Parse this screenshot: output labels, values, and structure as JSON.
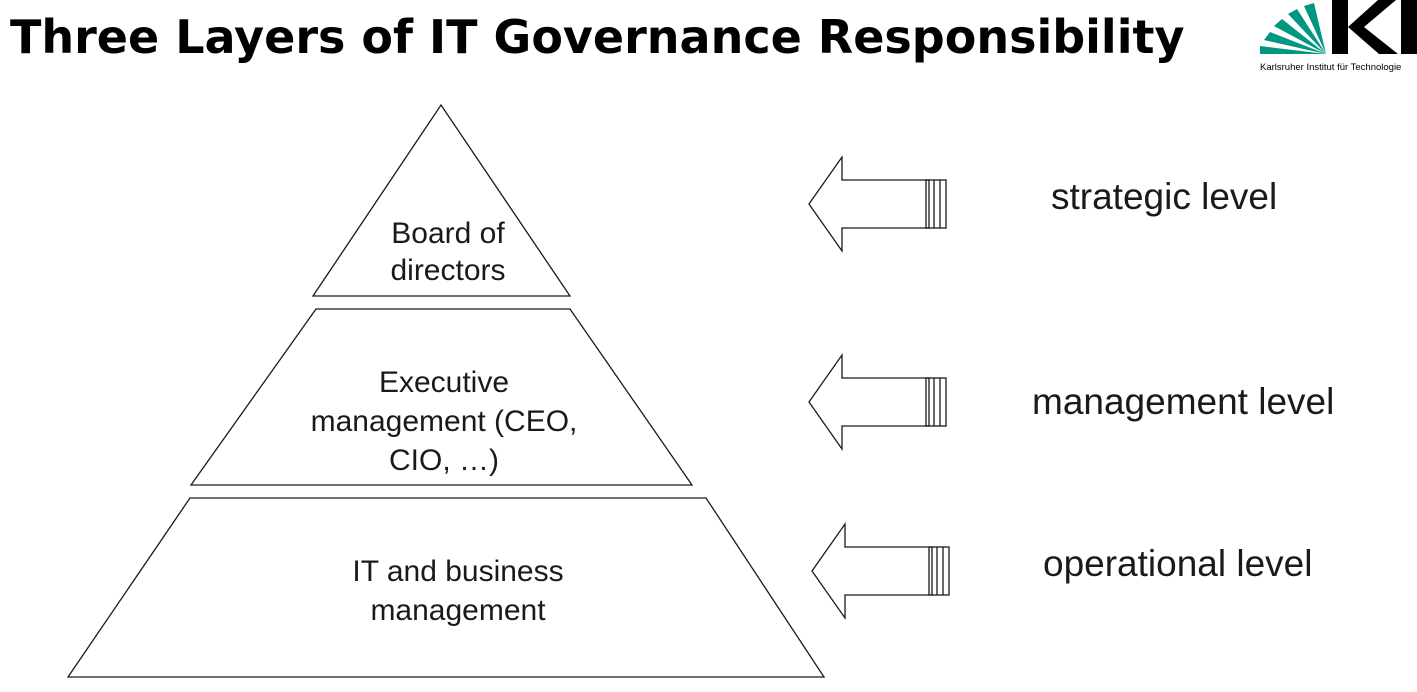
{
  "title": "Three Layers of IT Governance Responsibility",
  "logo": {
    "letters": "KIT",
    "caption": "Karlsruher Institut für Technologie",
    "brand_color": "#009682"
  },
  "pyramid": {
    "tiers": [
      {
        "lines": [
          "Board of",
          "directors"
        ]
      },
      {
        "lines": [
          "Executive",
          "management (CEO,",
          "CIO, …)"
        ]
      },
      {
        "lines": [
          "IT and business",
          "management"
        ]
      }
    ]
  },
  "levels": [
    {
      "label": "strategic level"
    },
    {
      "label": "management level"
    },
    {
      "label": "operational level"
    }
  ],
  "colors": {
    "stroke": "#1a1a1a",
    "text": "#1a1a1a"
  }
}
